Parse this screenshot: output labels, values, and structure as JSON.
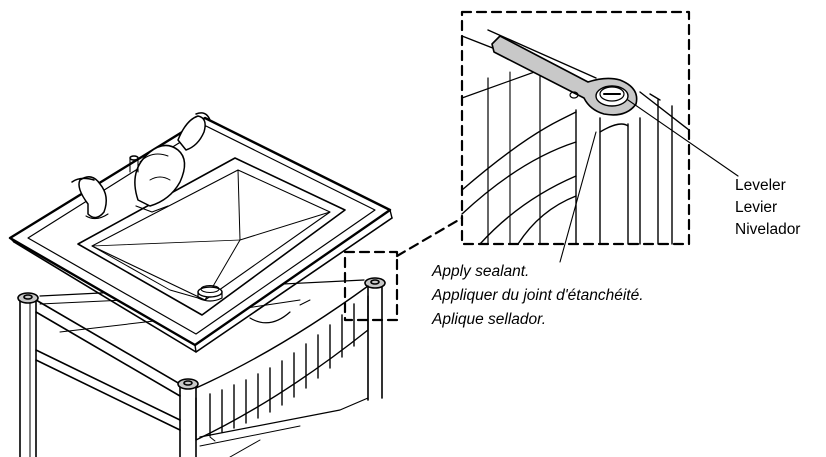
{
  "leveler": {
    "label_en": "Leveler",
    "label_fr": "Levier",
    "label_es": "Nivelador"
  },
  "sealant": {
    "label_en": "Apply sealant.",
    "label_fr": "Appliquer du joint d'étanchéité.",
    "label_es": "Aplique sellador."
  },
  "colors": {
    "line": "#000000",
    "leveler_fill": "#c8c8c8",
    "background": "#ffffff"
  }
}
